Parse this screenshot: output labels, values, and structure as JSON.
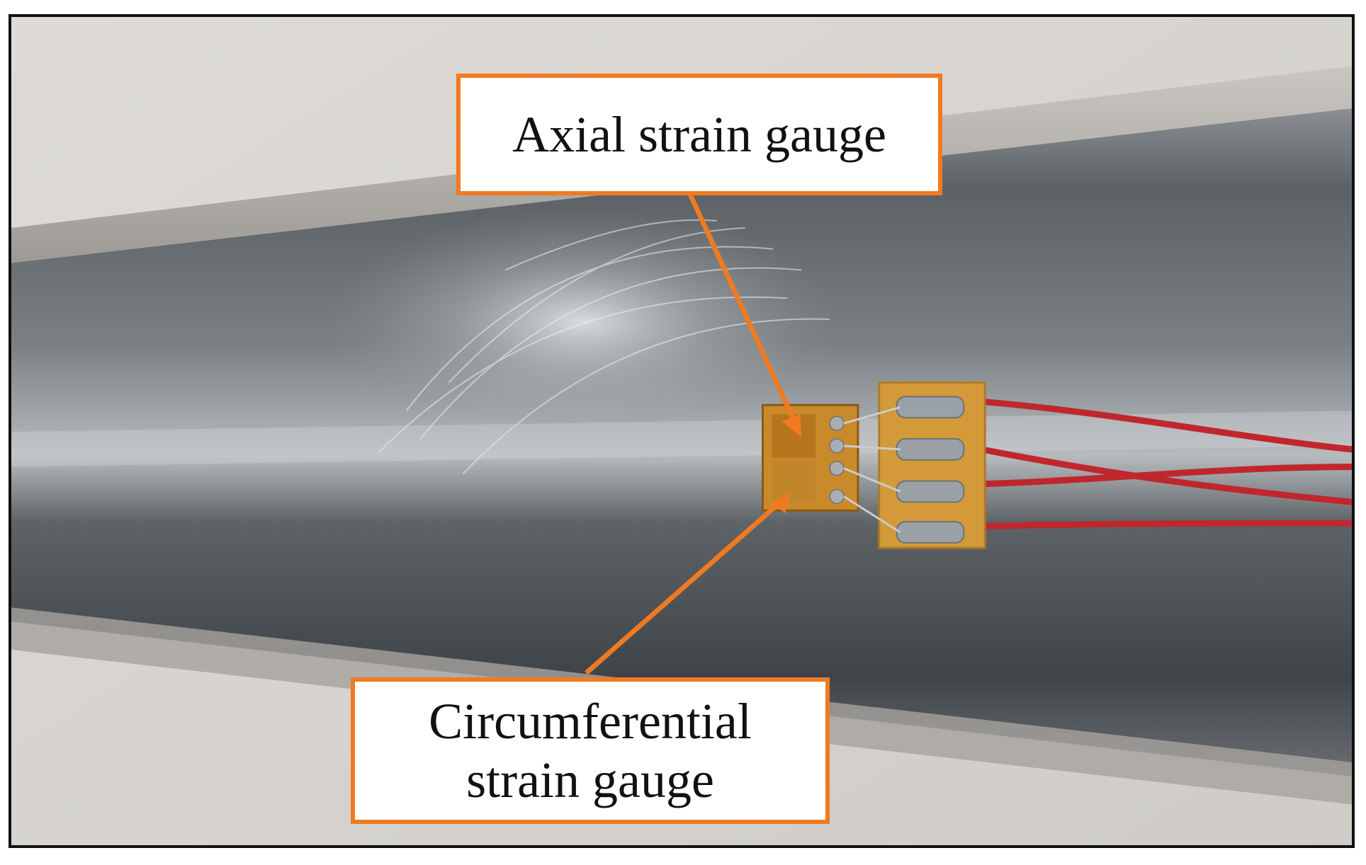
{
  "labels": {
    "axial": "Axial strain gauge",
    "circumferential_line1": "Circumferential",
    "circumferential_line2": "strain gauge"
  },
  "colors": {
    "callout_border": "#f07a22",
    "pipe_metal": "#6f7478",
    "wire": "#c0272d",
    "gauge_film": "#c98a2c",
    "background_surface": "#d8d6d3"
  }
}
